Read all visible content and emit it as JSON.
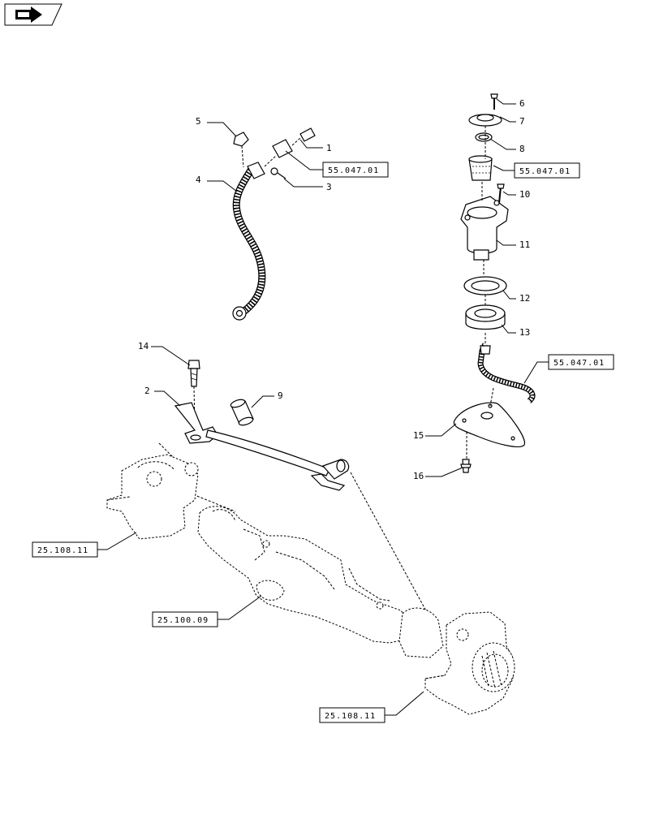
{
  "nav_icon": "arrow-right-icon",
  "callouts": [
    "1",
    "2",
    "3",
    "4",
    "5",
    "6",
    "7",
    "8",
    "9",
    "10",
    "11",
    "12",
    "13",
    "14",
    "15",
    "16"
  ],
  "refs": {
    "ref_a": "55.047.01",
    "ref_b": "55.047.01",
    "ref_c": "55.047.01",
    "ref_d": "25.108.11",
    "ref_e": "25.100.09",
    "ref_f": "25.108.11"
  }
}
